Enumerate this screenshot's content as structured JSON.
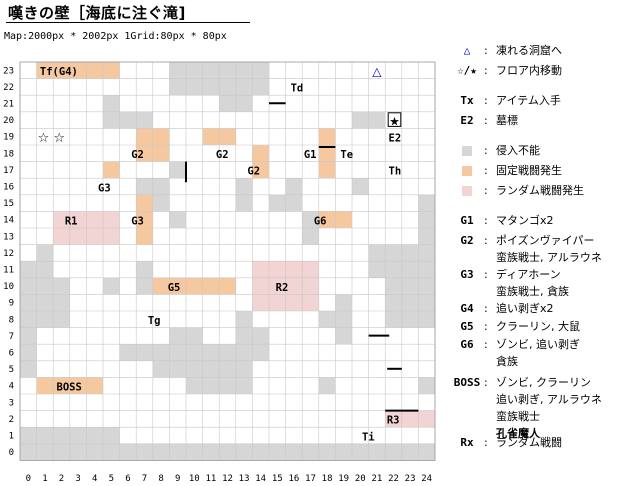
{
  "title": "嘆きの壁［海底に注ぐ滝]",
  "map_info": "Map:2000px * 2002px  1Grid:80px * 80px",
  "colors": {
    "wall": "#d6d6d6",
    "floor": "#ffffff",
    "grid": "#c8c8c8",
    "fixed_battle": "#f6c8a0",
    "random_battle": "#f2d4d4",
    "stair_icon": "#0000cc"
  },
  "grid": {
    "x_labels": [
      "0",
      "1",
      "2",
      "3",
      "4",
      "5",
      "6",
      "7",
      "8",
      "9",
      "10",
      "11",
      "12",
      "13",
      "14",
      "15",
      "16",
      "17",
      "18",
      "19",
      "20",
      "21",
      "22",
      "23",
      "24"
    ],
    "y_labels": [
      "23",
      "22",
      "21",
      "20",
      "19",
      "18",
      "17",
      "16",
      "15",
      "14",
      "13",
      "12",
      "11",
      "10",
      "9",
      "8",
      "7",
      "6",
      "5",
      "4",
      "3",
      "2",
      "1",
      "0"
    ]
  },
  "map_labels": {
    "tf": "Tf(G4)",
    "td": "Td",
    "te": "Te",
    "th": "Th",
    "tg": "Tg",
    "ti": "Ti",
    "e2": "E2",
    "g1": "G1",
    "g2a": "G2",
    "g2b": "G2",
    "g2c": "G2",
    "g3a": "G3",
    "g3b": "G3",
    "g5": "G5",
    "g6": "G6",
    "r1": "R1",
    "r2": "R2",
    "r3": "R3",
    "boss": "BOSS",
    "stars": "☆ ☆",
    "warp_star": "★",
    "stair": "△"
  },
  "legend": [
    {
      "key": "△",
      "text": "凍れる洞窟へ"
    },
    {
      "key": "☆/★",
      "text": "フロア内移動"
    },
    {
      "key": "Tx",
      "text": "アイテム入手"
    },
    {
      "key": "E2",
      "text": "墓標"
    },
    {
      "key": "■",
      "text": "侵入不能",
      "color": "#d6d6d6"
    },
    {
      "key": "■",
      "text": "固定戦闘発生",
      "color": "#f6c8a0"
    },
    {
      "key": "■",
      "text": "ランダム戦闘発生",
      "color": "#f2d4d4"
    },
    {
      "key": "G1",
      "text": "マタンゴx2"
    },
    {
      "key": "G2",
      "text": "ポイズンヴァイパー",
      "cont": [
        "蛮族戦士, アルラウネ"
      ]
    },
    {
      "key": "G3",
      "text": "ディアホーン",
      "cont": [
        "蛮族戦士, 貪族"
      ]
    },
    {
      "key": "G4",
      "text": "追い剥ぎx2"
    },
    {
      "key": "G5",
      "text": "クラーリン, 大鼠"
    },
    {
      "key": "G6",
      "text": "ゾンビ, 追い剥ぎ",
      "cont": [
        "貪族"
      ]
    },
    {
      "key": "BOSS",
      "text": "ゾンビ, クラーリン",
      "cont": [
        "追い剥ぎ, アルラウネ",
        "蛮族戦士"
      ],
      "bold_cont": "孔雀魔人"
    },
    {
      "key": "Rx",
      "text": "ランダム戦闘"
    }
  ]
}
